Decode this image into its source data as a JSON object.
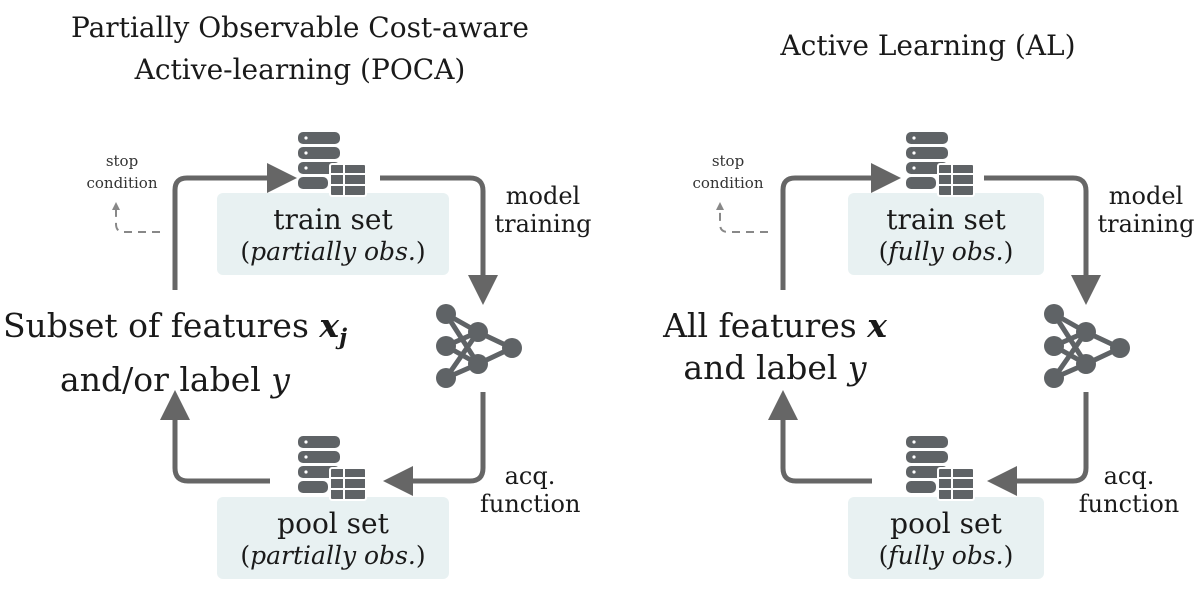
{
  "panels": [
    {
      "title_line1": "Partially Observable Cost-aware",
      "title_line2": "Active-learning (POCA)",
      "stop_line1": "stop",
      "stop_line2": "condition",
      "train_set": {
        "name": "train set",
        "open": "(",
        "obs": "partially obs.",
        "close": ")"
      },
      "pool_set": {
        "name": "pool set",
        "open": "(",
        "obs": "partially obs.",
        "close": ")"
      },
      "model_line1": "model",
      "model_line2": "training",
      "acq_line1": "acq.",
      "acq_line2": "function",
      "features_pre": "Subset of features",
      "features_var": "x",
      "features_sub": "j",
      "label_pre": "and/or  label",
      "label_var": "y"
    },
    {
      "title_line1": "Active Learning (AL)",
      "stop_line1": "stop",
      "stop_line2": "condition",
      "train_set": {
        "name": "train set",
        "open": "(",
        "obs": "fully obs.",
        "close": ")"
      },
      "pool_set": {
        "name": "pool set",
        "open": "(",
        "obs": "fully obs.",
        "close": ")"
      },
      "model_line1": "model",
      "model_line2": "training",
      "acq_line1": "acq.",
      "acq_line2": "function",
      "features_pre": "All features",
      "features_var": "x",
      "label_pre": "and  label",
      "label_var": "y"
    }
  ],
  "icons": [
    "database-icon",
    "table-icon",
    "neural-network-icon"
  ],
  "colors": {
    "arrow": "#666666",
    "box": "#e8f1f2",
    "icon": "#5f6366"
  }
}
